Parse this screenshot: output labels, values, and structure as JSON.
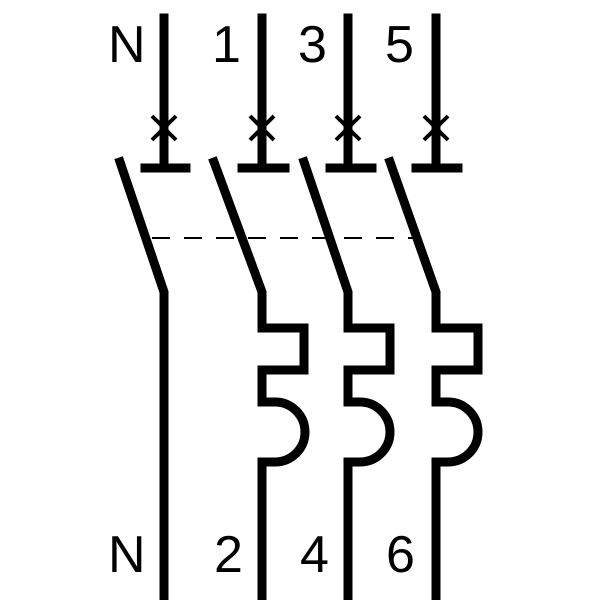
{
  "colors": {
    "ink": "#000000",
    "background": "#ffffff"
  },
  "terminals": {
    "top": [
      "N",
      "1",
      "3",
      "5"
    ],
    "bottom": [
      "N",
      "2",
      "4",
      "6"
    ]
  },
  "poles": [
    {
      "top_label": "N",
      "bottom_label": "N",
      "thermal_element": false
    },
    {
      "top_label": "1",
      "bottom_label": "2",
      "thermal_element": true
    },
    {
      "top_label": "3",
      "bottom_label": "4",
      "thermal_element": true
    },
    {
      "top_label": "5",
      "bottom_label": "6",
      "thermal_element": true
    }
  ]
}
